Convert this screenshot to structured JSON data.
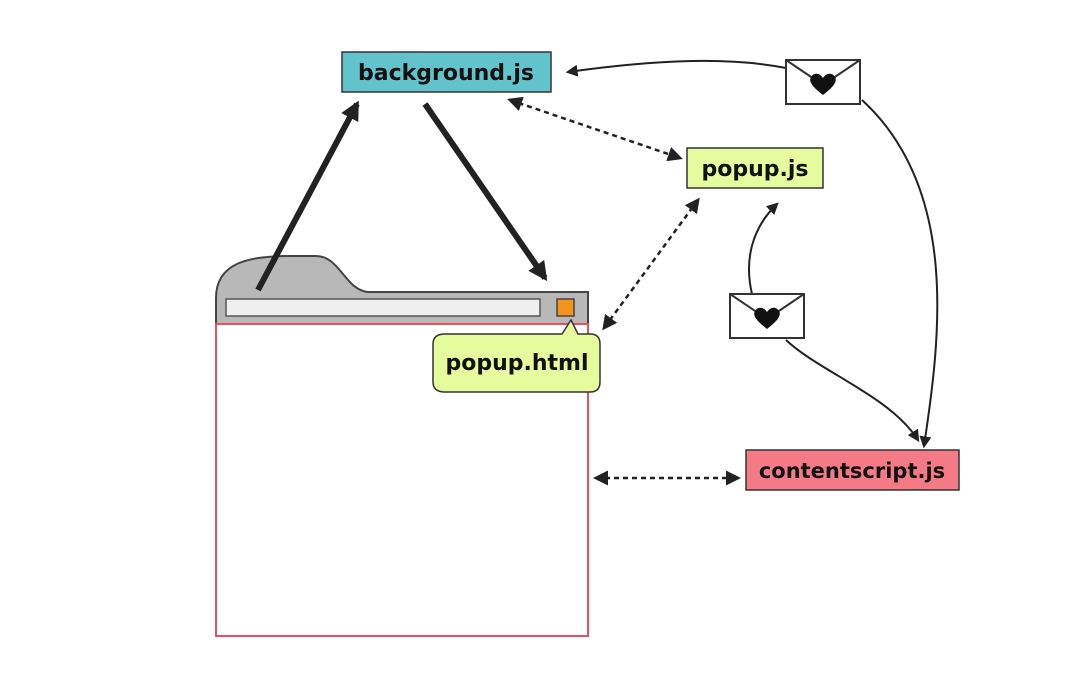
{
  "nodes": {
    "background": {
      "label": "background.js",
      "color": "#63c3cc"
    },
    "popup_js": {
      "label": "popup.js",
      "color": "#e6fb9d"
    },
    "popup_html": {
      "label": "popup.html",
      "color": "#e6fb9d"
    },
    "contentscript": {
      "label": "contentscript.js",
      "color": "#f47a86"
    }
  },
  "browser": {
    "chrome_color": "#b8b8b8",
    "address_bar_color": "#efefef",
    "action_button_color": "#f5931f",
    "page_border_color": "#e8505b"
  },
  "icons": {
    "message_top": "envelope-heart-icon",
    "message_middle": "envelope-heart-icon"
  }
}
